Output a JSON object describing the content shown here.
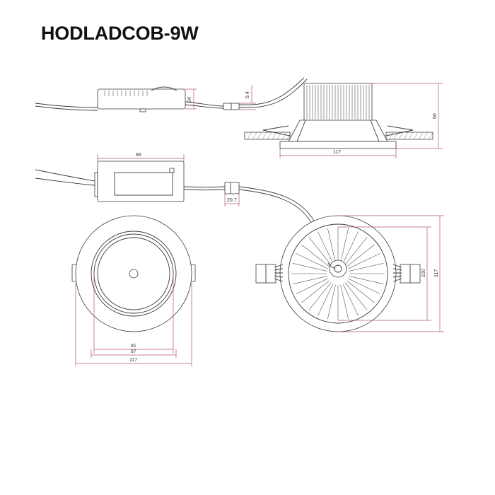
{
  "title": "HODLADCOB-9W",
  "dimensions": {
    "driver_height": "24",
    "connector_height": "9.4",
    "lamp_height": "60",
    "top_width": "117",
    "driver_length": "86",
    "connector_length": "20.7",
    "front_inner": "81",
    "front_mid": "87",
    "front_outer": "117",
    "rear_inner": "100",
    "rear_outer": "117"
  },
  "colors": {
    "outline": "#3a3a3a",
    "dimension": "#b0566f",
    "background": "#ffffff"
  }
}
